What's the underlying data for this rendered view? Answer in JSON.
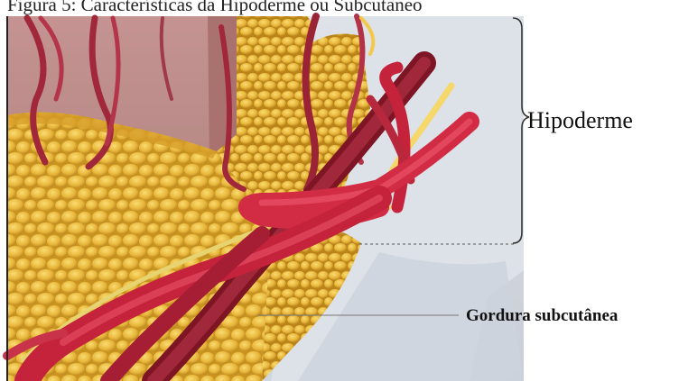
{
  "figure": {
    "caption": "Figura 5: Características da Hipoderme ou Subcutâneo",
    "labels": {
      "hipoderme": "Hipoderme",
      "gordura": "Gordura subcutânea"
    }
  },
  "colors": {
    "fat": "#e8b63a",
    "fat_shadow": "#b8841c",
    "dermis": "#c79a98",
    "vessel": "#c4233b",
    "vessel_dark": "#7e1524",
    "background": "#dfe3ea"
  }
}
